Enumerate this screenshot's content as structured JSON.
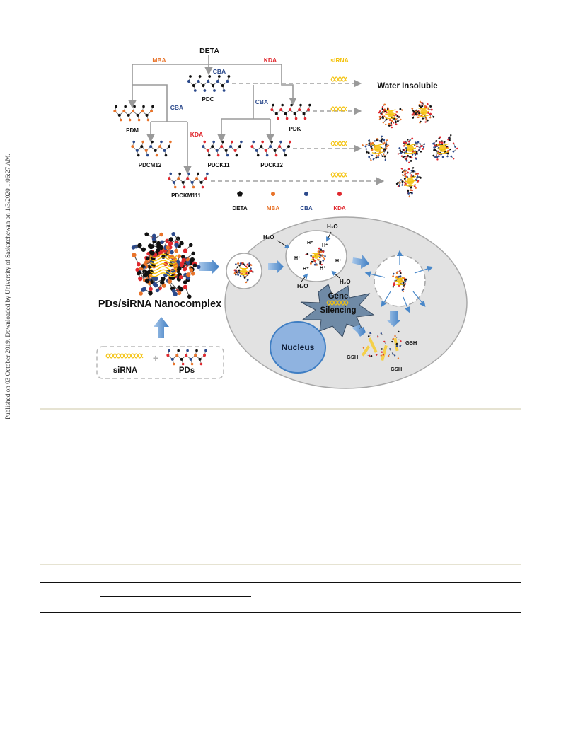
{
  "side_note": "Published on 03 October 2019. Downloaded by University of Saskatchewan on 1/3/2020 1:06:27 AM.",
  "colors": {
    "DETA": "#111111",
    "MBA": "#e8732a",
    "CBA": "#2c4a8c",
    "KDA": "#e0282e",
    "siRNA": "#f4c20d",
    "arrow_blue": "#4a88c9",
    "cell": "#e2e2e2",
    "nucleus": "#8fb3e0"
  },
  "synthesis": {
    "labels": {
      "deta_top": "DETA",
      "mba": "MBA",
      "kda_top": "KDA",
      "sirna_top": "siRNA",
      "cba_pdc": "CBA",
      "pdc": "PDC",
      "cba_right": "CBA",
      "cba_left": "CBA",
      "kda_left": "KDA",
      "pdm": "PDM",
      "pdk": "PDK",
      "pdcm12": "PDCM12",
      "pdck11": "PDCK11",
      "pdck12": "PDCK12",
      "pdckm111": "PDCKM111",
      "water_insoluble": "Water Insoluble"
    },
    "legend": [
      {
        "key": "DETA",
        "label": "DETA"
      },
      {
        "key": "MBA",
        "label": "MBA"
      },
      {
        "key": "CBA",
        "label": "CBA"
      },
      {
        "key": "KDA",
        "label": "KDA"
      }
    ]
  },
  "delivery": {
    "nanocomplex_label": "PDs/siRNA Nanocomplex",
    "sirna_label": "siRNA",
    "pds_label": "PDs",
    "nucleus_label": "Nucleus",
    "gene_silencing_line1": "Gene",
    "gene_silencing_line2": "Silencing",
    "h2o": "H₂O",
    "hplus": "H⁺",
    "gsh": "GSH"
  }
}
